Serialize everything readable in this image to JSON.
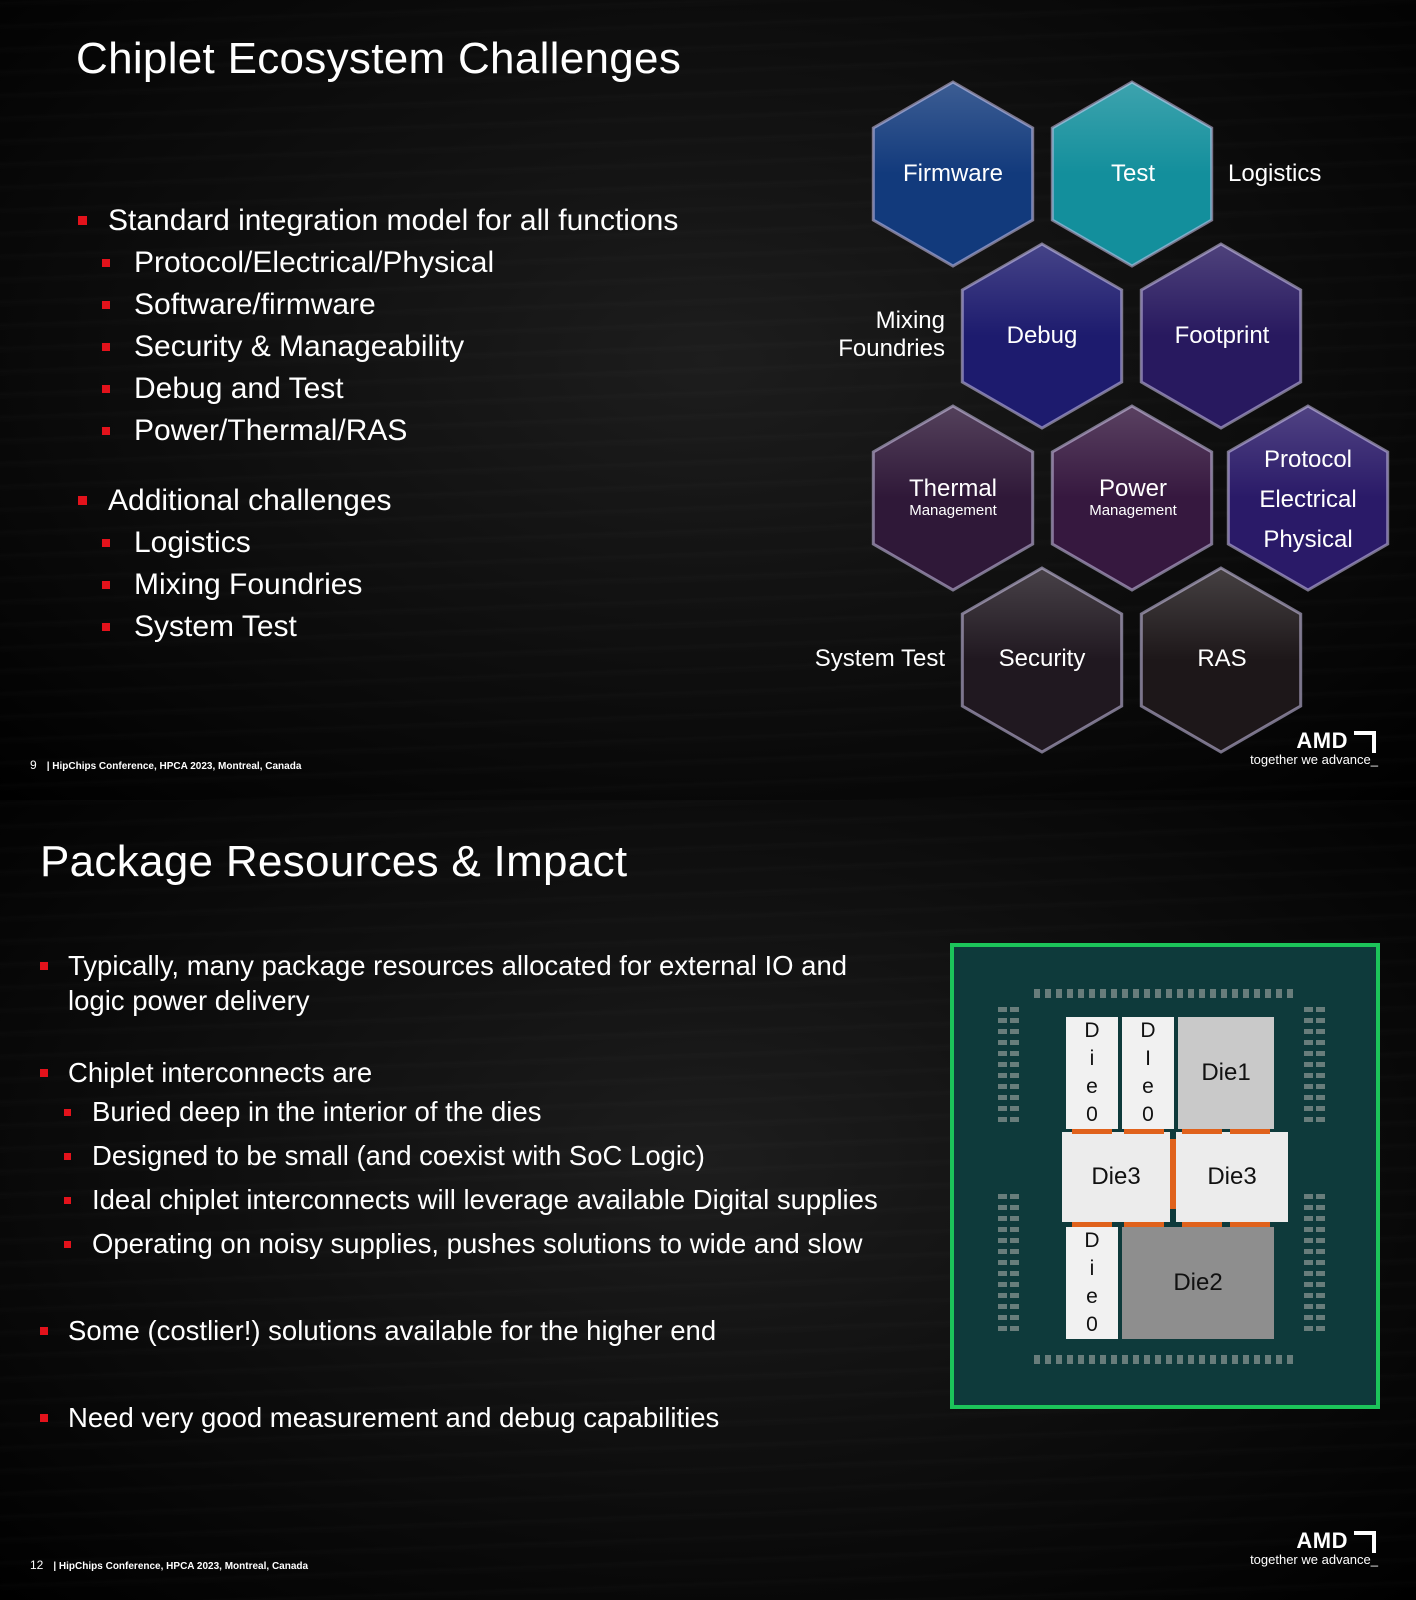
{
  "slide1": {
    "title": "Chiplet Ecosystem Challenges",
    "bullets": [
      {
        "text": "Standard integration model for all functions",
        "level": 1
      },
      {
        "text": "Protocol/Electrical/Physical",
        "level": 2
      },
      {
        "text": "Software/firmware",
        "level": 2
      },
      {
        "text": "Security & Manageability",
        "level": 2
      },
      {
        "text": "Debug and Test",
        "level": 2
      },
      {
        "text": "Power/Thermal/RAS",
        "level": 2
      },
      {
        "text": "Additional challenges",
        "level": 1
      },
      {
        "text": "Logistics",
        "level": 2
      },
      {
        "text": "Mixing Foundries",
        "level": 2
      },
      {
        "text": "System Test",
        "level": 2
      }
    ],
    "hexagons": {
      "firmware": "Firmware",
      "test": "Test",
      "debug": "Debug",
      "footprint": "Footprint",
      "thermal": "Thermal",
      "thermal_sub": "Management",
      "power": "Power",
      "power_sub": "Management",
      "protocol_lines": [
        "Protocol",
        "Electrical",
        "Physical"
      ],
      "security": "Security",
      "ras": "RAS"
    },
    "outside_labels": {
      "logistics": "Logistics",
      "mixing_line1": "Mixing",
      "mixing_line2": "Foundries",
      "system_test": "System Test"
    },
    "hex_colors": {
      "firmware": "#123a7c",
      "test": "#138f9c",
      "debug": "#1d1b6e",
      "footprint": "#28195f",
      "thermal": "#2f1838",
      "power": "#36183f",
      "protocol": "#2a1a68",
      "security": "#201820",
      "ras": "#1d1719"
    },
    "footer": {
      "page": "9",
      "text": "| HipChips Conference, HPCA 2023, Montreal, Canada"
    },
    "logo": {
      "brand": "AMD",
      "tagline": "together we advance_"
    }
  },
  "slide2": {
    "title": "Package Resources & Impact",
    "bullets": [
      {
        "text": "Typically, many package resources allocated for external IO and logic power delivery",
        "level": 1
      },
      {
        "text": "Chiplet interconnects are",
        "level": 1
      },
      {
        "text": "Buried deep in the interior of the dies",
        "level": 2
      },
      {
        "text": "Designed to be small (and coexist with SoC Logic)",
        "level": 2
      },
      {
        "text": "Ideal chiplet interconnects will leverage available Digital supplies",
        "level": 2
      },
      {
        "text": "Operating on noisy supplies, pushes solutions to wide and slow",
        "level": 2
      },
      {
        "text": "Some (costlier!) solutions available for the higher end",
        "level": 1
      },
      {
        "text": "Need very good measurement and debug capabilities",
        "level": 1
      }
    ],
    "package": {
      "die1": "Die1",
      "die2": "Die2",
      "die3_left": "Die3",
      "die3_right": "Die3",
      "die0_a": [
        "D",
        "i",
        "e",
        "0"
      ],
      "die0_b": [
        "D",
        "I",
        "e",
        "0"
      ],
      "die0_c": [
        "D",
        "i",
        "e",
        "0"
      ],
      "border_color": "#1cc45a",
      "substrate_color": "#0e3a3b",
      "link_color": "#e0621c"
    },
    "footer": {
      "page": "12",
      "text": "| HipChips Conference, HPCA 2023, Montreal, Canada"
    },
    "logo": {
      "brand": "AMD",
      "tagline": "together we advance_"
    }
  }
}
